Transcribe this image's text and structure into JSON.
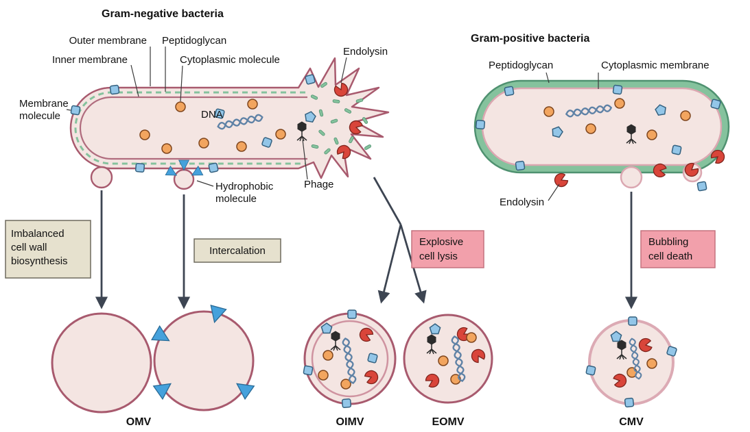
{
  "figure": {
    "gram_negative": {
      "title": "Gram-negative bacteria",
      "labels": {
        "outer_membrane": "Outer membrane",
        "peptidoglycan": "Peptidoglycan",
        "inner_membrane": "Inner membrane",
        "cytoplasmic_molecule": "Cytoplasmic molecule",
        "endolysin": "Endolysin",
        "membrane_molecule_line1": "Membrane",
        "membrane_molecule_line2": "molecule",
        "dna": "DNA",
        "phage": "Phage",
        "hydrophobic_line1": "Hydrophobic",
        "hydrophobic_line2": "molecule"
      }
    },
    "gram_positive": {
      "title": "Gram-positive bacteria",
      "labels": {
        "peptidoglycan": "Peptidoglycan",
        "cytoplasmic_membrane": "Cytoplasmic membrane",
        "endolysin": "Endolysin"
      }
    },
    "processes": {
      "imbalanced_line1": "Imbalanced",
      "imbalanced_line2": "cell wall",
      "imbalanced_line3": "biosynthesis",
      "intercalation": "Intercalation",
      "explosive_line1": "Explosive",
      "explosive_line2": "cell lysis",
      "bubbling_line1": "Bubbling",
      "bubbling_line2": "cell death"
    },
    "vesicles": {
      "omv": "OMV",
      "oimv": "OIMV",
      "eomv": "EOMV",
      "cmv": "CMV"
    }
  },
  "icons": {
    "membrane-molecule-icon": "light-blue rounded square",
    "cytoplasmic-molecule-icon": "orange circle",
    "endolysin-icon": "red pac-man wedge",
    "hydrophobic-molecule-icon": "blue triangle",
    "phage-icon": "black phage with tail and legs",
    "pentagon-molecule-icon": "light-blue pentagon",
    "dna-icon": "blue-grey double helix",
    "peptidoglycan-fragment-icon": "green dash",
    "arrowhead-icon": "dark grey solid arrowhead"
  },
  "colors": {
    "membrane": "#a85a6e",
    "inner-membrane": "#b06c7e",
    "light-membrane": "#dcaab4",
    "oimv-inner": "#cf93a0",
    "cytoplasm": "#f4e5e2",
    "pg-green": "#85c29d",
    "pg-border": "#4f9170",
    "gp-inner-membrane": "#dba7b1",
    "mol-blue": "#93c6e8",
    "mol-blue-border": "#33607f",
    "mol-orange": "#f2a55f",
    "mol-orange-border": "#7e451d",
    "endolysin-red": "#d9453a",
    "endolysin-border": "#7e241d",
    "triangle-blue": "#45a1dc",
    "triangle-border": "#2a6b96",
    "dna-blue": "#5f82a6",
    "arrow": "#3d4552",
    "pointer": "#3a3a3a",
    "box-beige": "#e6e1ce",
    "box-beige-border": "#6e6a5e",
    "box-pink": "#f2a0ab",
    "box-pink-border": "#c4727e",
    "phage-dark": "#2c2c2c",
    "text": "#111111",
    "background": "#ffffff"
  }
}
